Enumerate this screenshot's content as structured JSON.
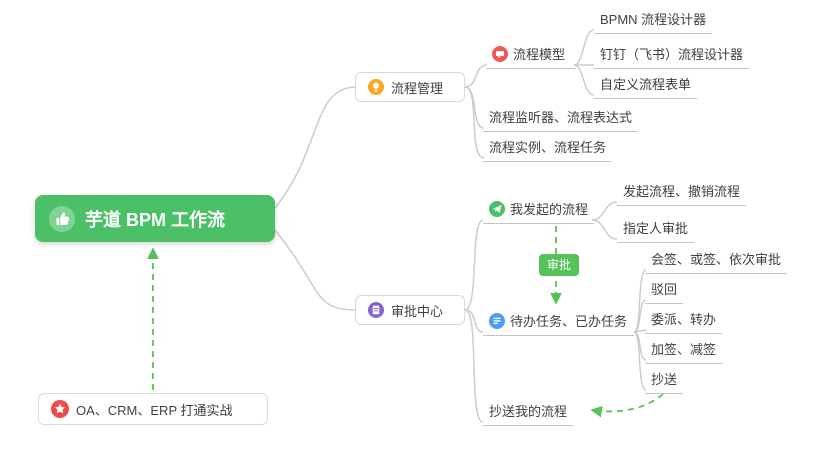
{
  "root": {
    "label": "芋道 BPM 工作流"
  },
  "branches": {
    "process_mgmt": {
      "label": "流程管理",
      "model": {
        "label": "流程模型",
        "children": [
          "BPMN 流程设计器",
          "钉钉（飞书）流程设计器",
          "自定义流程表单"
        ]
      },
      "listener": "流程监听器、流程表达式",
      "instance": "流程实例、流程任务"
    },
    "approval_center": {
      "label": "审批中心",
      "my_initiated": {
        "label": "我发起的流程",
        "children": [
          "发起流程、撤销流程",
          "指定人审批"
        ]
      },
      "approval_badge": "审批",
      "tasks": {
        "label": "待办任务、已办任务",
        "children": [
          "会签、或签、依次审批",
          "驳回",
          "委派、转办",
          "加签、减签",
          "抄送"
        ]
      },
      "cc_my_process": "抄送我的流程"
    },
    "practice": {
      "label": "OA、CRM、ERP 打通实战"
    }
  },
  "icons": {
    "root": "thumbs-up-icon",
    "process_mgmt": "lightbulb-icon",
    "approval_center": "clipboard-icon",
    "model": "chat-bubble-icon",
    "my_initiated": "paper-plane-icon",
    "tasks": "checklist-icon",
    "practice": "star-icon"
  },
  "colors": {
    "root_bg": "#4bc066",
    "connector": "#cccccc",
    "arrow_green": "#55c25a",
    "badge_bg": "#55c25a",
    "bulb_icon": "#f7a826",
    "approval_icon": "#8a63d2",
    "model_icon": "#ee5a5a",
    "initiated_icon": "#4bc066",
    "tasks_icon": "#4a9df8",
    "star_icon": "#ee4b4b"
  }
}
